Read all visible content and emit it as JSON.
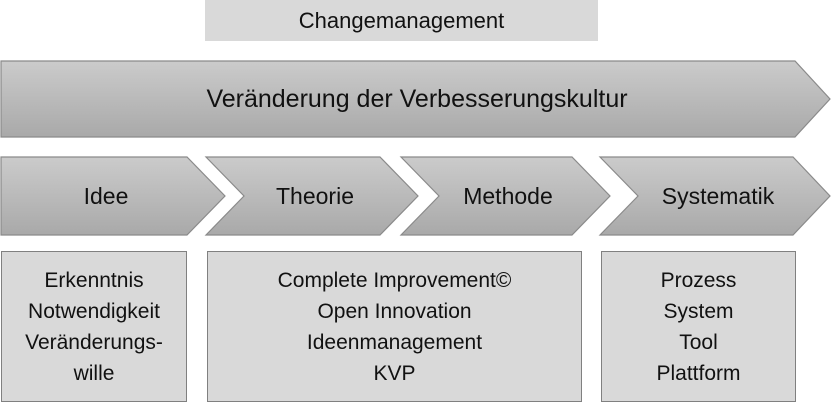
{
  "header": {
    "title": "Changemanagement"
  },
  "banner": {
    "label": "Veränderung der Verbesserungskultur"
  },
  "stages": [
    {
      "label": "Idee"
    },
    {
      "label": "Theorie"
    },
    {
      "label": "Methode"
    },
    {
      "label": "Systematik"
    }
  ],
  "boxes": [
    {
      "items": [
        "Erkenntnis",
        "Notwendigkeit",
        "Veränderungs-",
        "wille"
      ]
    },
    {
      "items": [
        "Complete Improvement©",
        "Open Innovation",
        "Ideenmanagement",
        "KVP"
      ]
    },
    {
      "items": [
        "Prozess",
        "System",
        "Tool",
        "Plattform"
      ]
    }
  ],
  "colors": {
    "fill_light": "#d9d9d9",
    "fill_gradient_top": "#c8c8c8",
    "fill_gradient_bottom": "#a8a8a8",
    "stroke": "#808080"
  }
}
